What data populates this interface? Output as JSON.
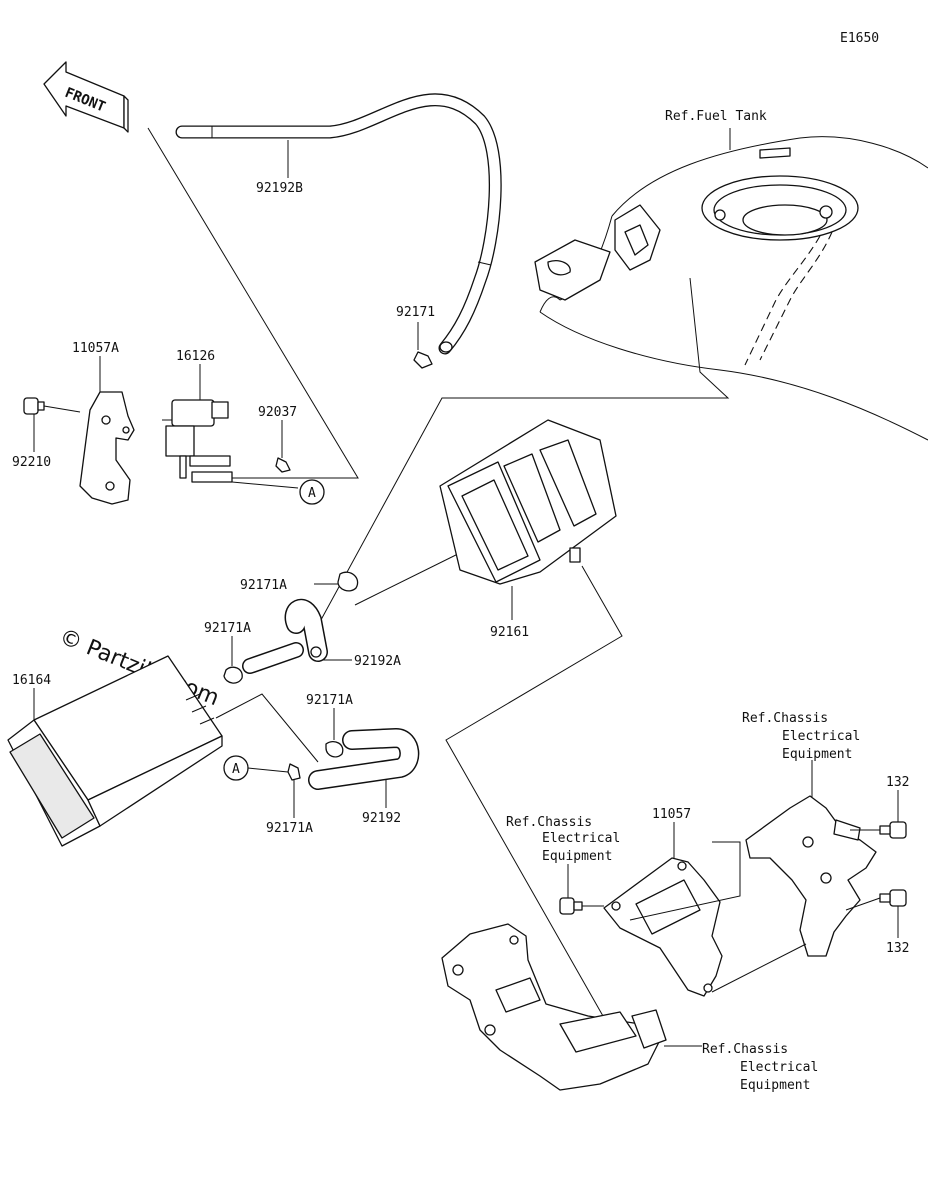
{
  "diagram_code": "E1650",
  "front_label": "FRONT",
  "watermark": "© Partzilla.com",
  "ref_fuel_tank": "Ref.Fuel Tank",
  "ref_chassis_1": [
    "Ref.Chassis",
    "Electrical",
    "Equipment"
  ],
  "ref_chassis_2": [
    "Ref.Chassis",
    "Electrical",
    "Equipment"
  ],
  "ref_chassis_3": [
    "Ref.Chassis",
    "Electrical",
    "Equipment"
  ],
  "callout_a": "A",
  "parts": {
    "p92192B": "92192B",
    "p92171_top": "92171",
    "p11057A": "11057A",
    "p16126": "16126",
    "p92037": "92037",
    "p92210": "92210",
    "p92171A_1": "92171A",
    "p92161": "92161",
    "p92171A_2": "92171A",
    "p92192A": "92192A",
    "p16164": "16164",
    "p92171A_3": "92171A",
    "p92192": "92192",
    "p92171A_4": "92171A",
    "p132_1": "132",
    "p11057": "11057",
    "p132_2": "132"
  }
}
